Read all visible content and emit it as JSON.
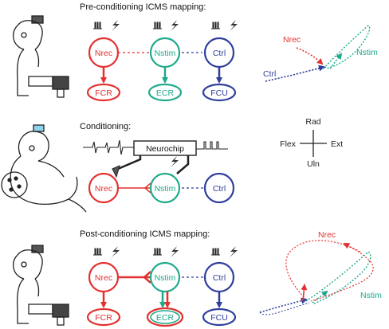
{
  "sections": {
    "pre_title": "Pre-conditioning ICMS mapping:",
    "cond_title": "Conditioning:",
    "post_title": "Post-conditioning ICMS mapping:"
  },
  "neurons": {
    "nrec": "Nrec",
    "nstim": "Nstim",
    "ctrl": "Ctrl"
  },
  "muscles": {
    "fcr": "FCR",
    "ecr": "ECR",
    "fcu": "FCU"
  },
  "device": {
    "neurochip": "Neurochip"
  },
  "compass": {
    "rad": "Rad",
    "uln": "Uln",
    "flex": "Flex",
    "ext": "Ext"
  },
  "trajectory_labels": {
    "pre_nrec": "Nrec",
    "pre_nstim": "Nstim",
    "pre_ctrl": "Ctrl",
    "post_nrec": "Nrec",
    "post_nstim": "Nstim"
  },
  "colors": {
    "nrec": "#e2312f",
    "nstim": "#1fa98c",
    "ctrl": "#2e3e9c",
    "ink": "#222222"
  }
}
